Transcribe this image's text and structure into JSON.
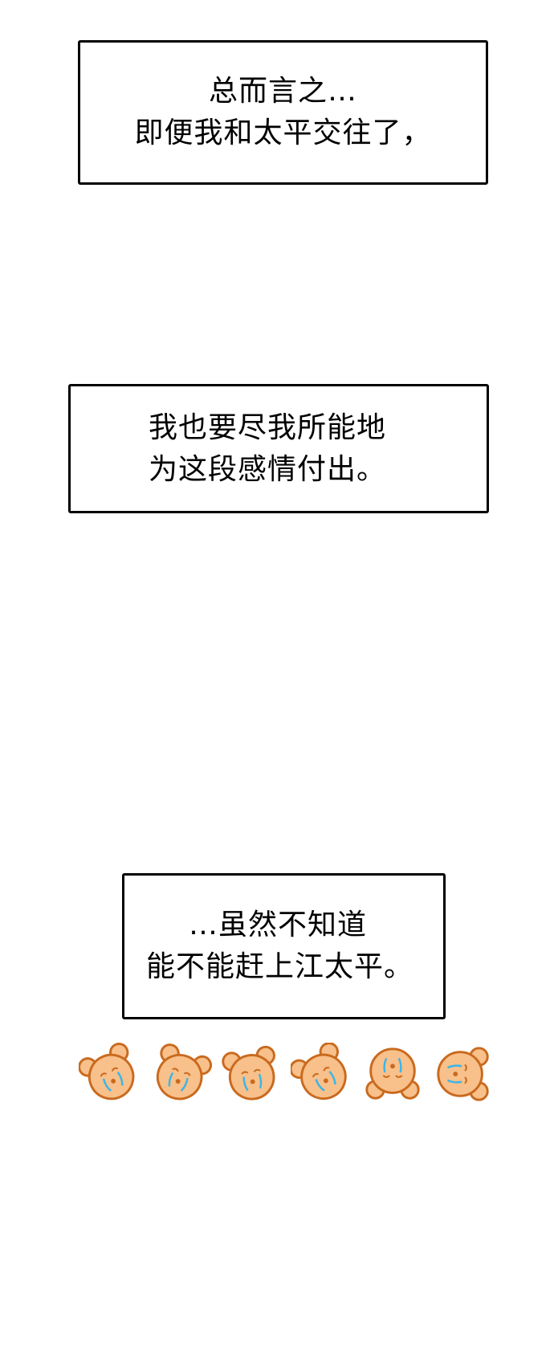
{
  "captions": [
    {
      "lines": [
        "总而言之…",
        "即便我和太平交往了，"
      ]
    },
    {
      "lines": [
        "我也要尽我所能地",
        "为这段感情付出。"
      ]
    },
    {
      "lines": [
        "…虽然不知道",
        "能不能赶上江太平。"
      ]
    }
  ],
  "decorations": {
    "bear_count": 6,
    "bear_icon": "crying-bear-face-icon",
    "colors": {
      "bear_fill": "#F8C08A",
      "bear_outline": "#C96A1E",
      "tears": "#38B6E8",
      "text": "#000000",
      "border": "#000000",
      "background": "#FFFFFF"
    }
  }
}
